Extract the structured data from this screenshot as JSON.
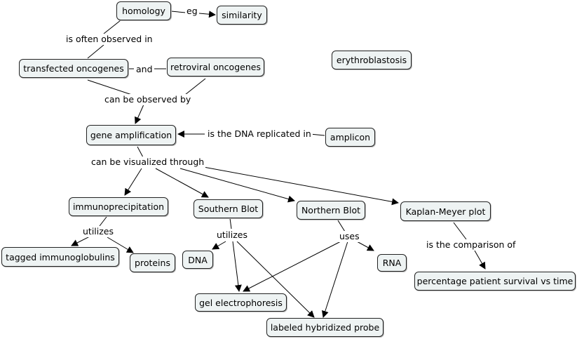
{
  "concepts": {
    "homology": "homology",
    "similarity": "similarity",
    "transfected_oncogenes": "transfected oncogenes",
    "retroviral_oncogenes": "retroviral oncogenes",
    "erythroblastosis": "erythroblastosis",
    "gene_amplification": "gene amplification",
    "amplicon": "amplicon",
    "immunoprecipitation": "immunoprecipitation",
    "southern_blot": "Southern Blot",
    "northern_blot": "Northern Blot",
    "kaplan_meyer_plot": "Kaplan-Meyer plot",
    "tagged_immunoglobulins": "tagged immunoglobulins",
    "proteins": "proteins",
    "dna": "DNA",
    "rna": "RNA",
    "gel_electrophoresis": "gel electrophoresis",
    "labeled_hybridized_probe": "labeled hybridized probe",
    "percentage_patient_survival": "percentage patient survival vs time"
  },
  "linking_phrases": {
    "eg": "eg",
    "is_often_observed_in": "is often observed in",
    "and": "and",
    "can_be_observed_by": "can be observed by",
    "is_the_dna_replicated_in": "is the DNA replicated in",
    "can_be_visualized_through": "can be visualized through",
    "utilizes_immuno": "utilizes",
    "utilizes_southern": "utilizes",
    "uses": "uses",
    "is_the_comparison_of": "is the comparison of"
  }
}
